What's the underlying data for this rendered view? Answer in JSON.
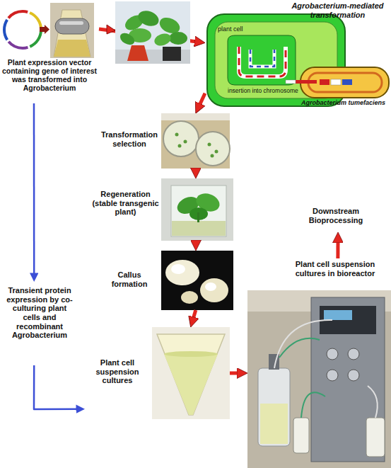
{
  "diagram": {
    "nodes": [
      {
        "text": [
          "Plant expression vector containing gene of interest was transformed into Agrobacterium"
        ]
      },
      {
        "text": [
          "Agrobacterium-mediated transformation"
        ]
      },
      {
        "text": [
          "Transformation selection"
        ]
      },
      {
        "text": [
          "Regeneration (stable transgenic plant)"
        ]
      },
      {
        "text": [
          "Callus formation"
        ]
      },
      {
        "text": [
          "Transient protein expression by co-culturing plant cells and recombinant Agrobacterium"
        ]
      },
      {
        "text": [
          "Plant cell suspension cultures"
        ]
      },
      {
        "text": [
          "Downstream Bioprocessing"
        ]
      },
      {
        "text": [
          "Plant cell suspension cultures in bioreactor"
        ]
      }
    ],
    "edges": [
      {
        "from": 0,
        "to": 1,
        "arrow": "to"
      },
      {
        "from": 1,
        "to": 2,
        "arrow": "to"
      },
      {
        "from": 2,
        "to": 3,
        "arrow": "to"
      },
      {
        "from": 3,
        "to": 4,
        "arrow": "to"
      },
      {
        "from": 4,
        "to": 6,
        "arrow": "to"
      },
      {
        "from": 6,
        "to": 8,
        "arrow": "to"
      },
      {
        "from": 8,
        "to": 7,
        "arrow": "to"
      },
      {
        "from": 0,
        "to": 5,
        "arrow": "to"
      },
      {
        "from": 5,
        "to": 6,
        "arrow": "to"
      }
    ],
    "labels": [
      "plant cell",
      "insertion into chromosome",
      "Agrobacterium tumefaciens"
    ]
  }
}
